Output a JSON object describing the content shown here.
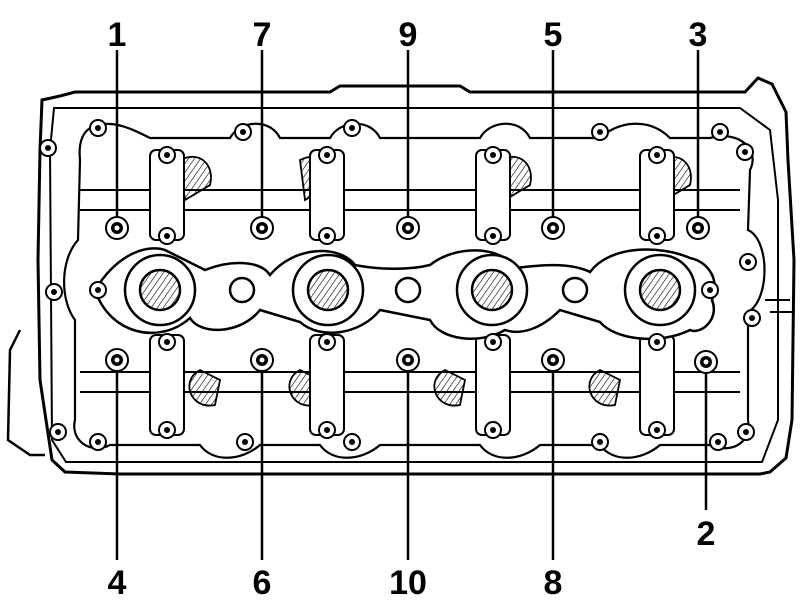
{
  "diagram": {
    "subject": "cylinder head bolt tightening sequence",
    "bolt_labels_top": [
      "1",
      "7",
      "9",
      "5",
      "3"
    ],
    "bolt_labels_bottom": [
      "4",
      "6",
      "10",
      "8",
      "2"
    ],
    "colors": {
      "ink": "#000000",
      "paper": "#ffffff"
    }
  }
}
